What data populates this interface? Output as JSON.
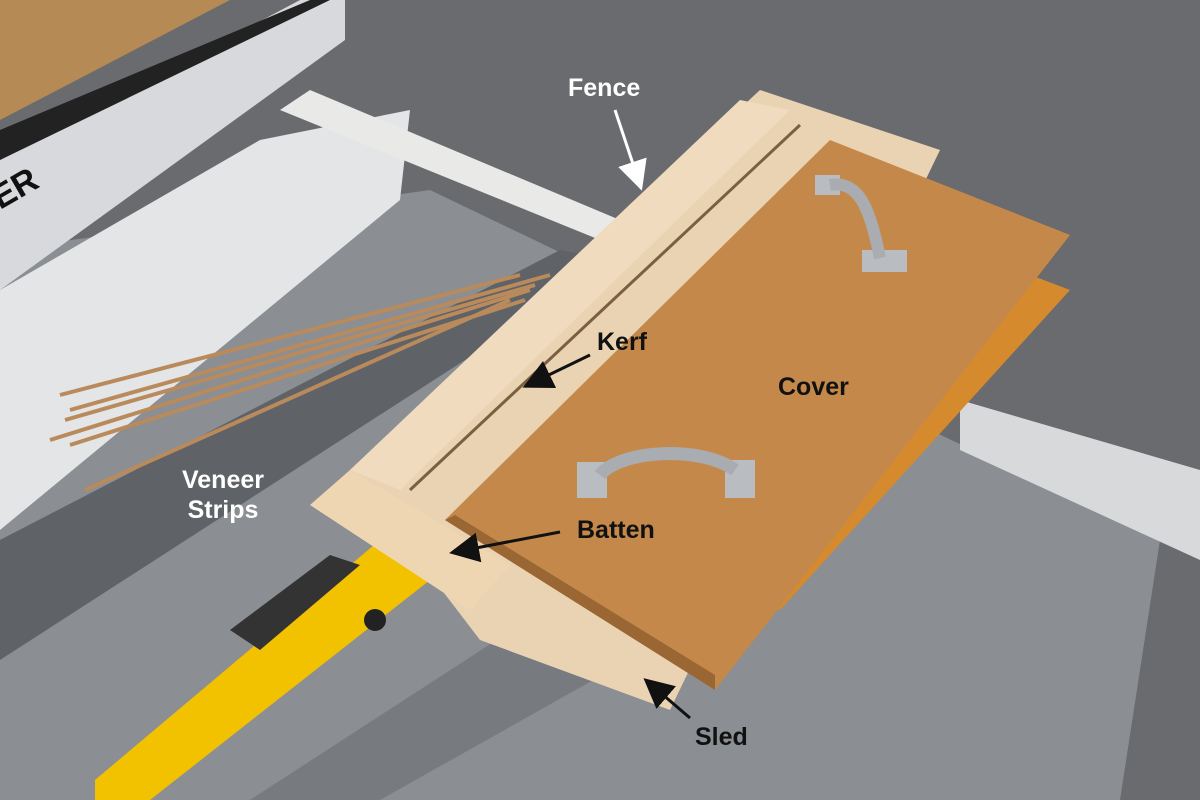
{
  "labels": {
    "fence": "Fence",
    "kerf": "Kerf",
    "cover": "Cover",
    "veneer_strips_line1": "Veneer",
    "veneer_strips_line2": "Strips",
    "batten": "Batten",
    "sled": "Sled"
  },
  "fence_logo_partial": "ER",
  "colors": {
    "floor": "#6a6b6e",
    "saw_table": "#8e9196",
    "blade_insert": "#f2c200",
    "mdf_cover": "#c4894a",
    "maple": "#ecd3b4",
    "sandpaper": "#d58a2e"
  }
}
